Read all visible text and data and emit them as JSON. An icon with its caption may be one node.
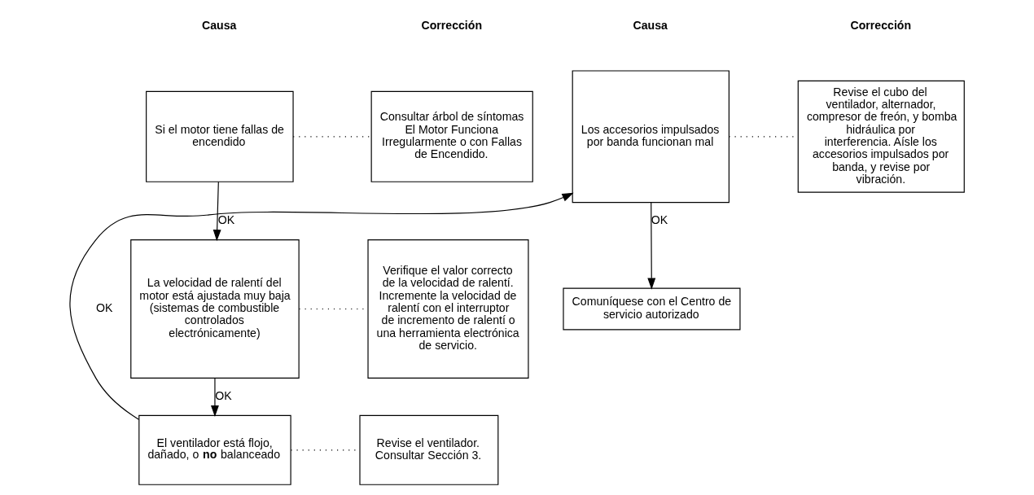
{
  "diagram": {
    "nodes": [
      {
        "text": [
          "Si el motor tiene fallas de encendido"
        ]
      },
      {
        "text": [
          "Consultar árbol de síntomas El Motor Funciona Irregularmente o con Fallas de Encendido."
        ]
      },
      {
        "text": [
          "La velocidad de ralentí del motor está ajustada muy baja (sistemas de combustible controlados electrónicamente)"
        ]
      },
      {
        "text": [
          "Verifique el valor correcto de la velocidad de ralentí. Incremente la velocidad de ralentí con el interruptor de incremento de ralentí o una herramienta electrónica de servicio."
        ]
      },
      {
        "text": [
          "El ventilador está flojo, dañado, o **no** balanceado"
        ]
      },
      {
        "text": [
          "Revise el ventilador. Consultar Sección 3."
        ]
      },
      {
        "text": [
          "Los accesorios impulsados por banda funcionan mal"
        ]
      },
      {
        "text": [
          "Revise el cubo del ventilador, alternador, compresor de freón, y bomba hidráulica por interferencia. Aísle los accesorios impulsados por banda, y revise por vibración."
        ]
      },
      {
        "text": [
          "Comuníquese con el Centro de servicio autorizado"
        ]
      }
    ],
    "edges": [
      {
        "from": 0,
        "to": 1,
        "arrow": "none",
        "style": "dashed"
      },
      {
        "from": 0,
        "to": 2,
        "arrow": "to",
        "label": "OK"
      },
      {
        "from": 2,
        "to": 3,
        "arrow": "none",
        "style": "dashed"
      },
      {
        "from": 2,
        "to": 4,
        "arrow": "to",
        "label": "OK"
      },
      {
        "from": 4,
        "to": 5,
        "arrow": "none",
        "style": "dashed"
      },
      {
        "from": 4,
        "to": 6,
        "arrow": "to",
        "label": "OK"
      },
      {
        "from": 6,
        "to": 7,
        "arrow": "none",
        "style": "dashed"
      },
      {
        "from": 6,
        "to": 8,
        "arrow": "to",
        "label": "OK"
      }
    ],
    "labels": [
      "Causa",
      "Corrección",
      "Causa",
      "Corrección"
    ]
  }
}
